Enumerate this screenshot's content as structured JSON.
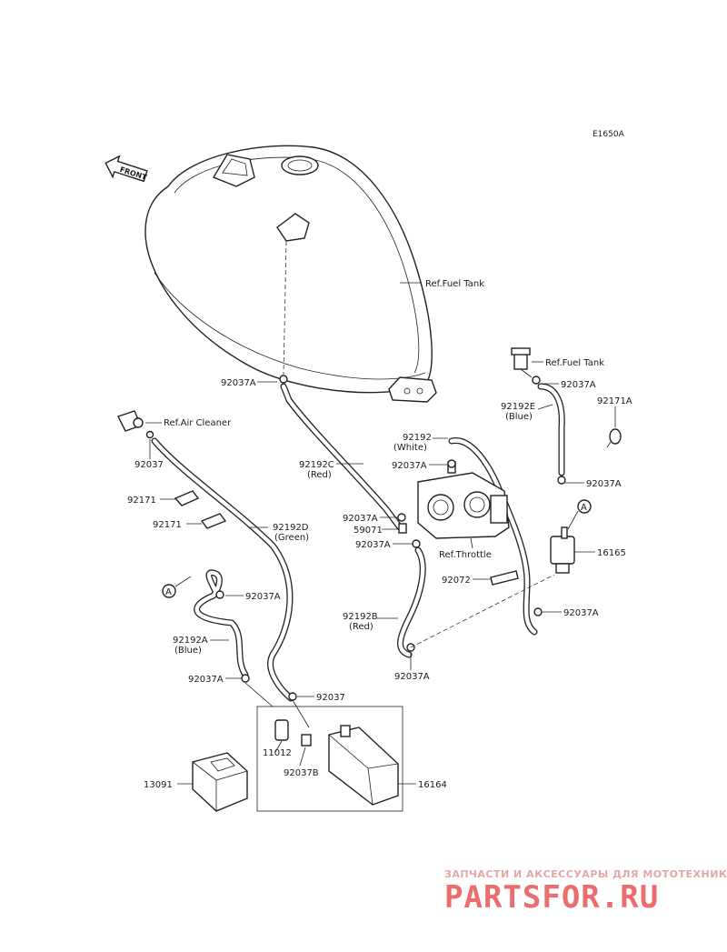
{
  "diagram_code": "E1650A",
  "front_label": "FRONT",
  "refs": {
    "fuel_tank_main": "Ref.Fuel Tank",
    "fuel_tank_small": "Ref.Fuel Tank",
    "air_cleaner": "Ref.Air Cleaner",
    "throttle": "Ref.Throttle"
  },
  "callout_marker": "A",
  "parts": {
    "p92037A_tank": "92037A",
    "p92037A_right_top": "92037A",
    "p92171A": "92171A",
    "p92192E": "92192E",
    "p92192E_color": "(Blue)",
    "p92037": "92037",
    "p92192C": "92192C",
    "p92192C_color": "(Red)",
    "p92192": "92192",
    "p92192_color": "(White)",
    "p92037A_white": "92037A",
    "p92037A_right_mid": "92037A",
    "p92171_a": "92171",
    "p92171_b": "92171",
    "p92192D": "92192D",
    "p92192D_color": "(Green)",
    "p92037A_red_top": "92037A",
    "p59071": "59071",
    "p92037A_red_mid": "92037A",
    "p16165": "16165",
    "p92072": "92072",
    "p92037A_left_mid": "92037A",
    "p92037A_right_low": "92037A",
    "p92192B": "92192B",
    "p92192B_color": "(Red)",
    "p92192A": "92192A",
    "p92192A_color": "(Blue)",
    "p92037A_left_low": "92037A",
    "p92037A_bottom_center": "92037A",
    "p92037_bottom": "92037",
    "p11012": "11012",
    "p92037B": "92037B",
    "p13091": "13091",
    "p16164": "16164"
  },
  "watermark": {
    "tagline": "ЗАПЧАСТИ И АКСЕССУАРЫ ДЛЯ МОТОТЕХНИКИ",
    "brand": "PARTSFOR.RU"
  },
  "colors": {
    "line": "#222222",
    "watermark_light": "#e3a7a7",
    "watermark_main": "#ec6d6d"
  }
}
